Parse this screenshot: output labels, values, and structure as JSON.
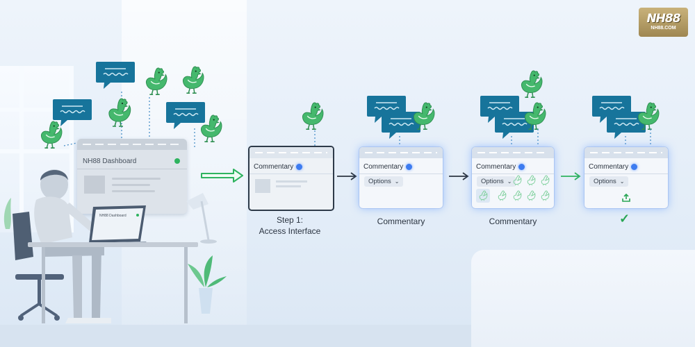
{
  "logo": {
    "line1": "NH88",
    "line2": "NH88.COM"
  },
  "dashboard": {
    "title": "NH88 Dashboard",
    "status_color": "#2eb35f"
  },
  "laptop": {
    "title": "NH88 Dashboard"
  },
  "panels": [
    {
      "header": "Commentary",
      "caption_line1": "Step 1:",
      "caption_line2": "Access Interface"
    },
    {
      "header": "Commentary",
      "options_label": "Options",
      "caption": "Commentary"
    },
    {
      "header": "Commentary",
      "options_label": "Options",
      "caption": "Commentary"
    },
    {
      "header": "Commentary",
      "options_label": "Options",
      "caption": "✓"
    }
  ],
  "colors": {
    "bubble": "#17749b",
    "rooster": "#45b86d",
    "arrow_green": "#2eb35f",
    "arrow_dark": "#2b3440",
    "accent_dot": "#3d7cf0"
  },
  "icons": [
    "speech-bubble-icon",
    "rooster-icon",
    "chevron-down-icon",
    "upload-icon",
    "checkmark-icon"
  ]
}
